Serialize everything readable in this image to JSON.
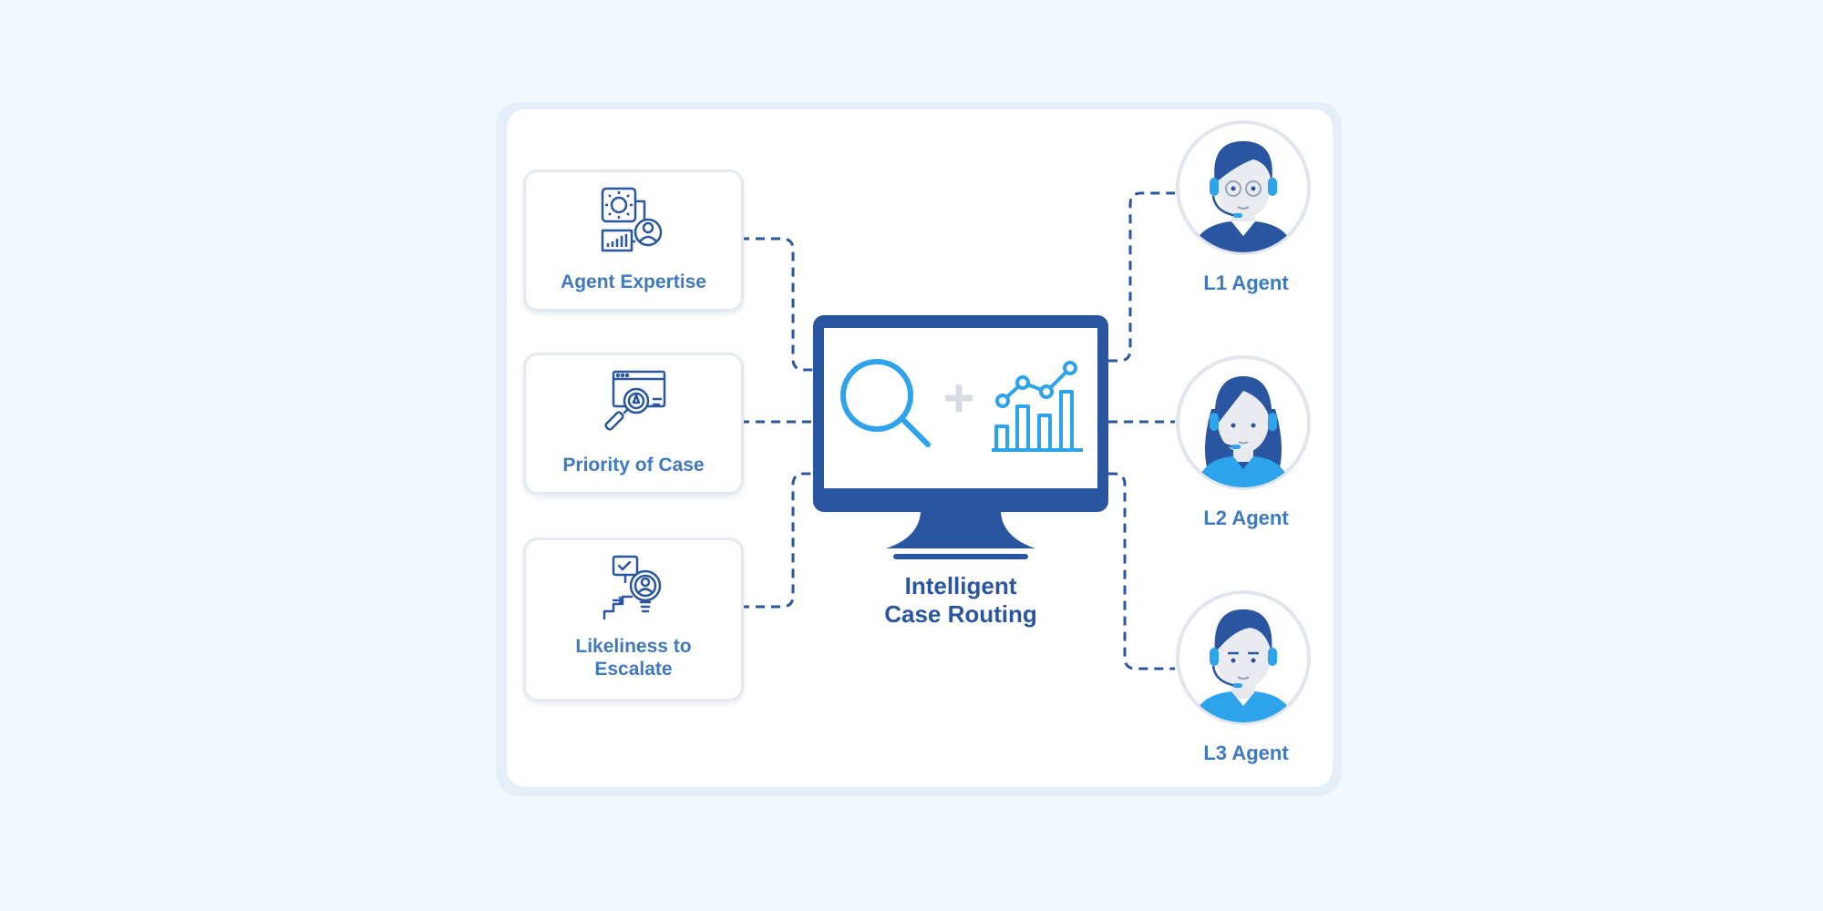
{
  "factors": [
    {
      "label": "Agent Expertise",
      "icon": "agent-expertise-icon"
    },
    {
      "label": "Priority of Case",
      "icon": "priority-of-case-icon"
    },
    {
      "label": "Likeliness to Escalate",
      "icon": "likeliness-to-escalate-icon"
    }
  ],
  "center": {
    "title_line1": "Intelligent",
    "title_line2": "Case Routing",
    "icons": [
      "magnifier-icon",
      "plus-icon",
      "growth-chart-icon"
    ]
  },
  "agents": [
    {
      "label": "L1 Agent",
      "icon": "male-agent-headset-icon"
    },
    {
      "label": "L2 Agent",
      "icon": "female-agent-headset-icon"
    },
    {
      "label": "L3 Agent",
      "icon": "male-agent-headset-icon"
    }
  ],
  "colors": {
    "background": "#f3f8fd",
    "navy": "#2a55a0",
    "label_blue": "#3f79c0",
    "accent_blue": "#2da3ec",
    "card_border": "#e5e8ef"
  }
}
